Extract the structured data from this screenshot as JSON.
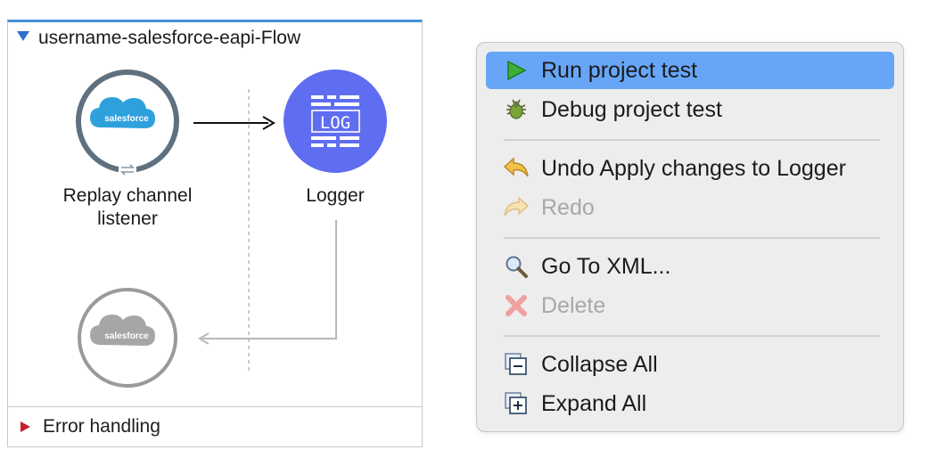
{
  "flow": {
    "title": "username-salesforce-eapi-Flow",
    "source_node": {
      "label_line1": "Replay channel",
      "label_line2": "listener",
      "logo_text": "salesforce"
    },
    "logger_node": {
      "label": "Logger",
      "icon_text": "LOG"
    },
    "ghost_node": {
      "logo_text": "salesforce"
    },
    "error_handling": "Error handling",
    "colors": {
      "accent": "#4a8fd8",
      "logger": "#5f6ef0",
      "salesforce": "#2ea1dc"
    }
  },
  "menu": {
    "items": [
      {
        "label": "Run project test",
        "icon": "run-icon",
        "selected": true,
        "disabled": false
      },
      {
        "label": "Debug project test",
        "icon": "debug-icon",
        "selected": false,
        "disabled": false
      },
      {
        "label": "Undo Apply changes to Logger",
        "icon": "undo-icon",
        "selected": false,
        "disabled": false
      },
      {
        "label": "Redo",
        "icon": "redo-icon",
        "selected": false,
        "disabled": true
      },
      {
        "label": "Go To XML...",
        "icon": "magnifier-icon",
        "selected": false,
        "disabled": false
      },
      {
        "label": "Delete",
        "icon": "delete-icon",
        "selected": false,
        "disabled": true
      },
      {
        "label": "Collapse All",
        "icon": "collapse-icon",
        "selected": false,
        "disabled": false
      },
      {
        "label": "Expand All",
        "icon": "expand-icon",
        "selected": false,
        "disabled": false
      }
    ],
    "colors": {
      "selected_bg": "#67a6f7",
      "disabled_text": "#a8a8a8"
    }
  }
}
